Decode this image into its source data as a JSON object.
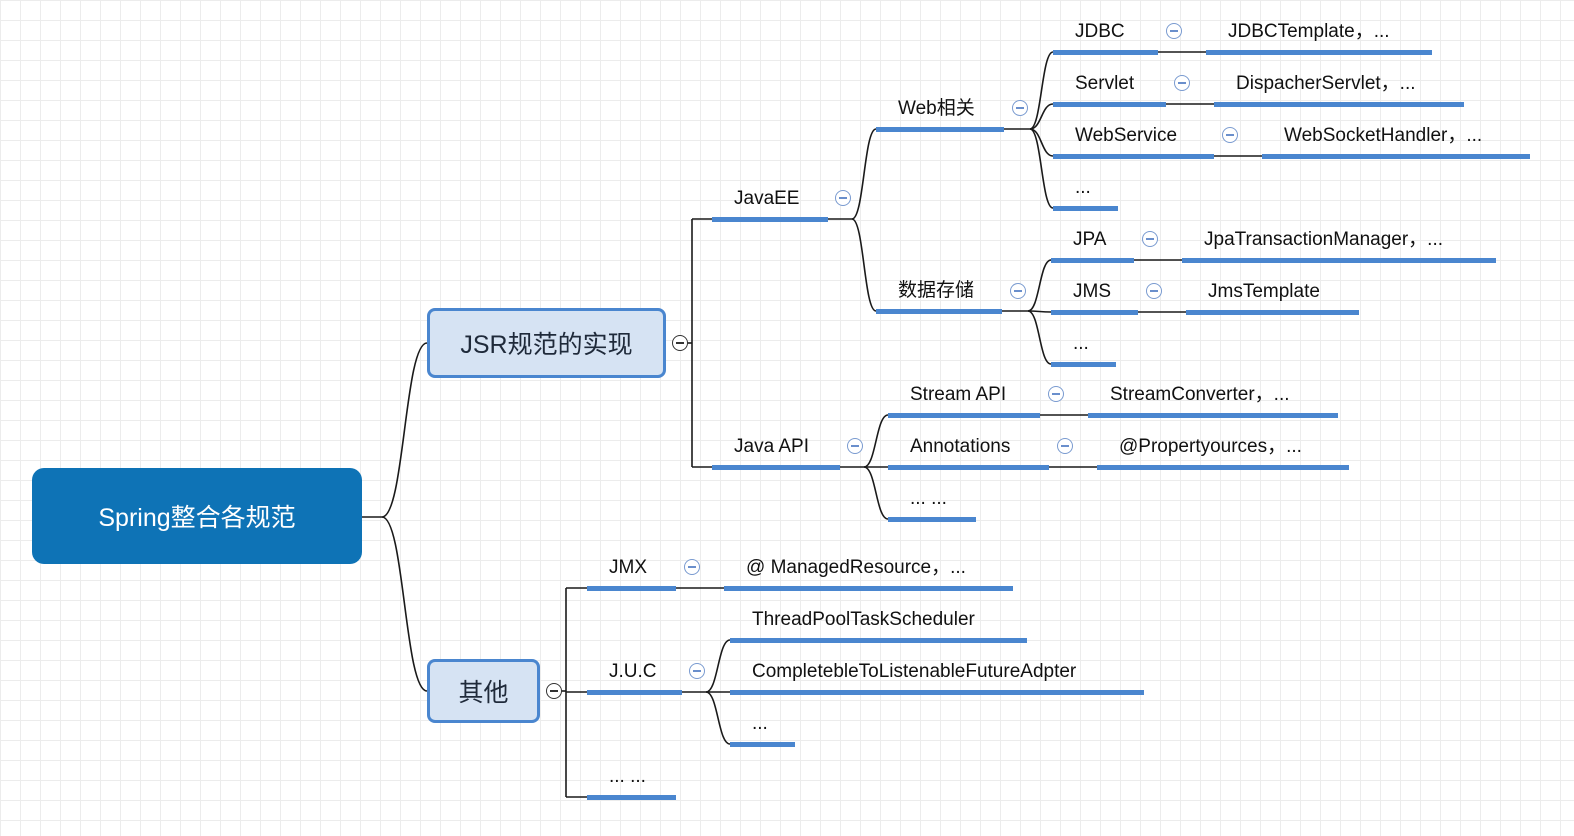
{
  "root": {
    "label": "Spring整合各规范"
  },
  "nodes": {
    "jsr": "JSR规范的实现",
    "other": "其他",
    "javaee": "JavaEE",
    "javaapi": "Java API",
    "web": "Web相关",
    "data": "数据存储",
    "jdbc": "JDBC",
    "jdbcTemplate": "JDBCTemplate，...",
    "servlet": "Servlet",
    "dispatcher": "DispacherServlet，...",
    "webservice": "WebService",
    "websocket": "WebSocketHandler，...",
    "webMore": "...",
    "jpa": "JPA",
    "jpaTx": "JpaTransactionManager，...",
    "jms": "JMS",
    "jmsTemplate": "JmsTemplate",
    "dataMore": "...",
    "stream": "Stream API",
    "streamConv": "StreamConverter，...",
    "annotations": "Annotations",
    "propSources": "@Propertyources，...",
    "apiMore": "... ...",
    "jmx": "JMX",
    "managed": "@ ManagedResource，...",
    "juc": "J.U.C",
    "threadPool": "ThreadPoolTaskScheduler",
    "completable": "CompletebleToListenableFutureAdpter",
    "jucMore": "...",
    "otherMore": "... ..."
  }
}
